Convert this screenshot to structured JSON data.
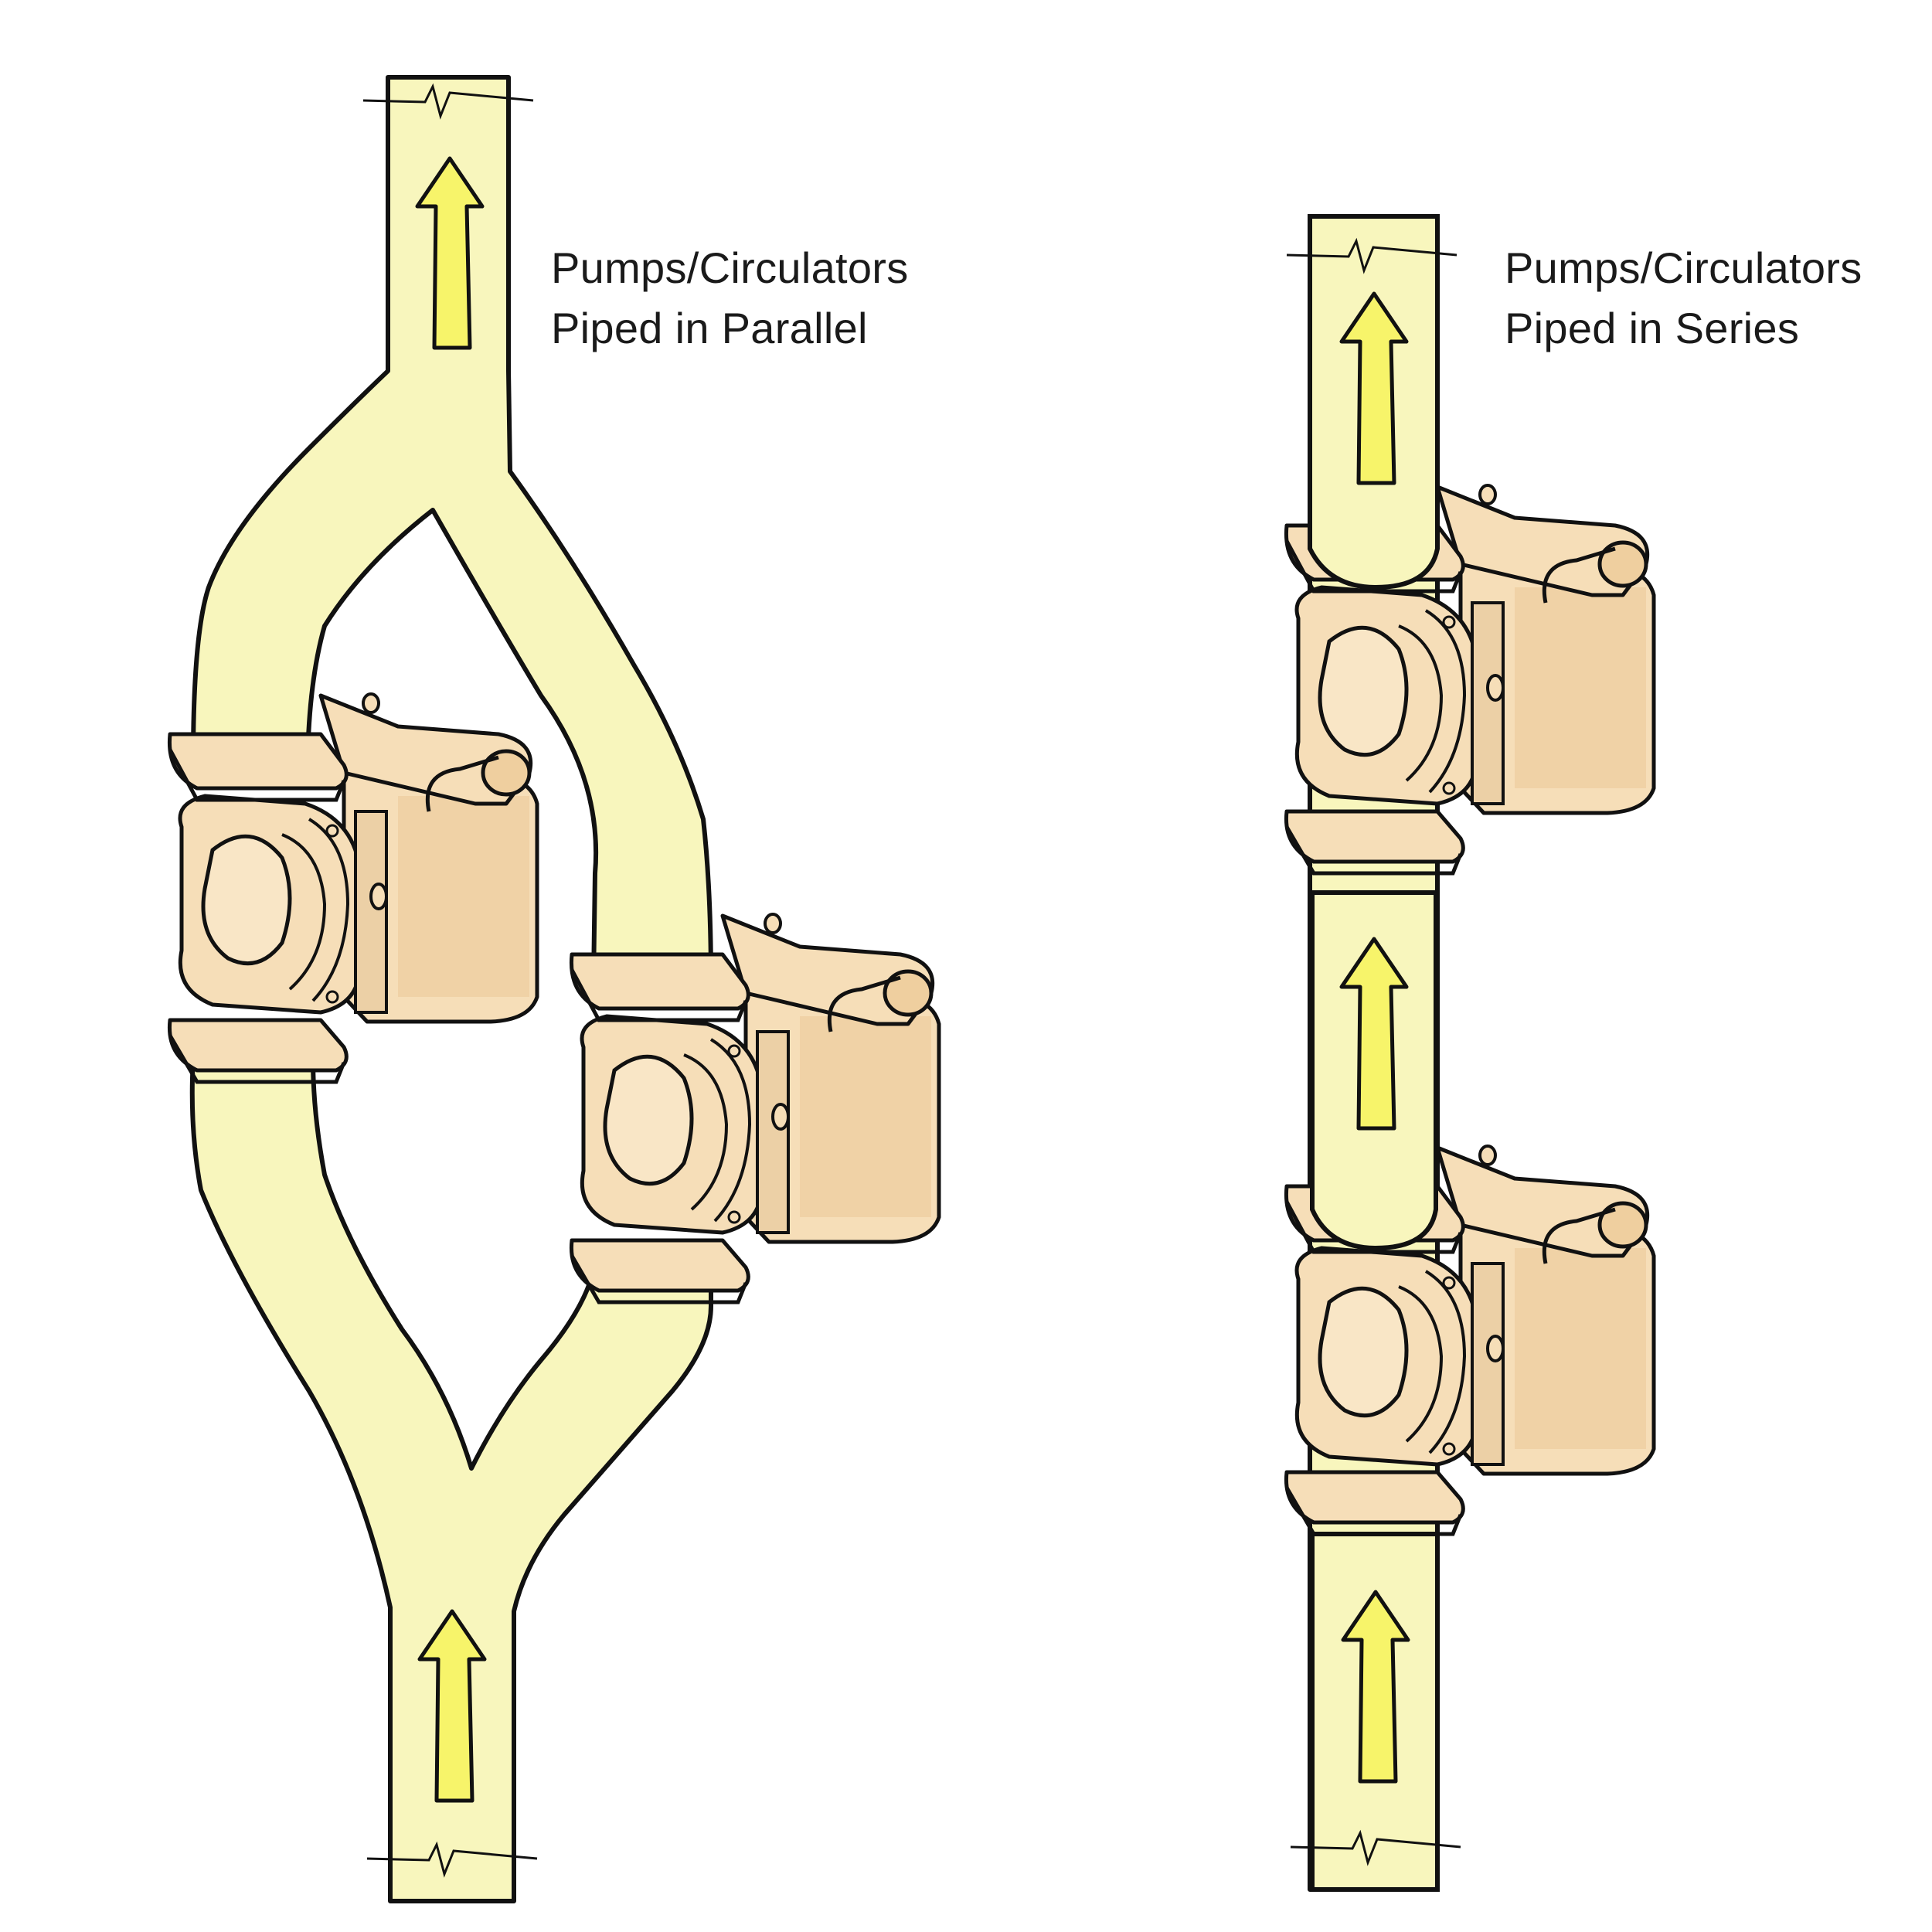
{
  "parallel": {
    "caption_line1": "Pumps/Circulators",
    "caption_line2": "Piped in Parallel"
  },
  "series": {
    "caption_line1": "Pumps/Circulators",
    "caption_line2": "Piped in Series"
  },
  "colors": {
    "pipe_fill": "#f8f6bd",
    "arrow_fill": "#f7f46a",
    "pump_body": "#f6deb8",
    "pump_shadow": "#e8c99c",
    "outline": "#111111"
  },
  "icons": {
    "flow_arrow": "flow-arrow-icon",
    "pump": "circulator-pump-icon",
    "break_mark": "pipe-break-icon"
  }
}
